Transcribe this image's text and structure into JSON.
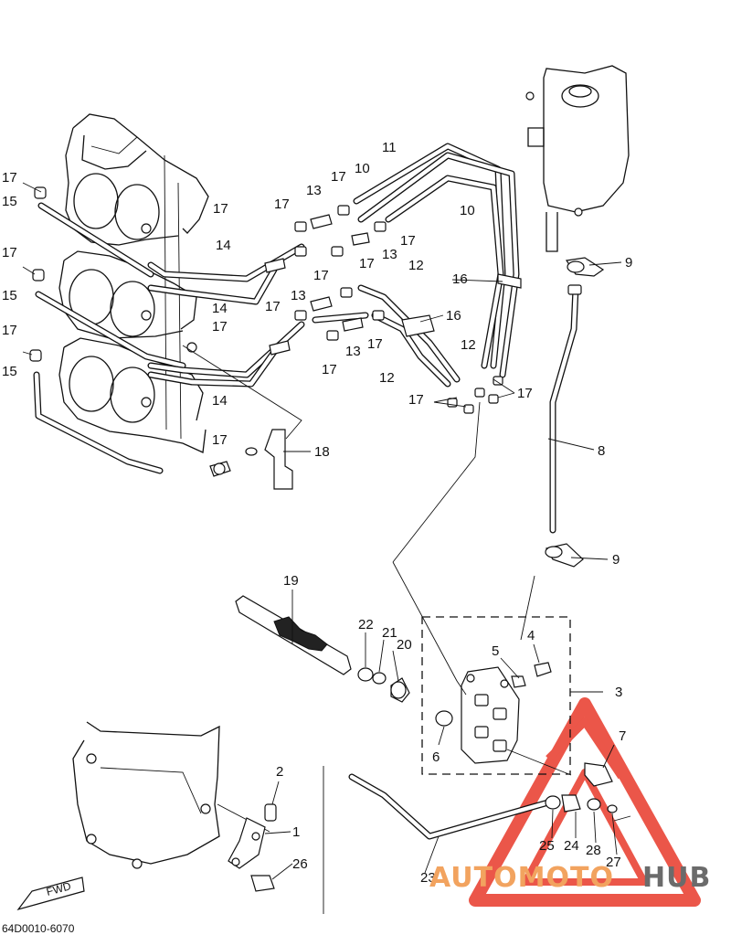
{
  "diagram_code": "64D0010-6070",
  "direction_marker": "FWD",
  "watermark": {
    "part1": "AUTOMOTO",
    "part2": "HUB",
    "accent_color": "#e8392a",
    "text_color": "#f2a35f",
    "hub_color": "#6b6b6b"
  },
  "callouts": {
    "c1": "1",
    "c2": "2",
    "c3": "3",
    "c4": "4",
    "c5": "5",
    "c6": "6",
    "c7": "7",
    "c8": "8",
    "c9a": "9",
    "c9b": "9",
    "c10a": "10",
    "c10b": "10",
    "c11": "11",
    "c12a": "12",
    "c12b": "12",
    "c12c": "12",
    "c13a": "13",
    "c13b": "13",
    "c13c": "13",
    "c13d": "13",
    "c14a": "14",
    "c14b": "14",
    "c14c": "14",
    "c15a": "15",
    "c15b": "15",
    "c15c": "15",
    "c16a": "16",
    "c16b": "16",
    "c17a": "17",
    "c17b": "17",
    "c17c": "17",
    "c17d": "17",
    "c17e": "17",
    "c17f": "17",
    "c17g": "17",
    "c17h": "17",
    "c17i": "17",
    "c17j": "17",
    "c17k": "17",
    "c17l": "17",
    "c17m": "17",
    "c17n": "17",
    "c17o": "17",
    "c17p": "17",
    "c18": "18",
    "c19": "19",
    "c20": "20",
    "c21": "21",
    "c22": "22",
    "c23": "23",
    "c24": "24",
    "c25": "25",
    "c26": "26",
    "c27": "27",
    "c28": "28"
  }
}
